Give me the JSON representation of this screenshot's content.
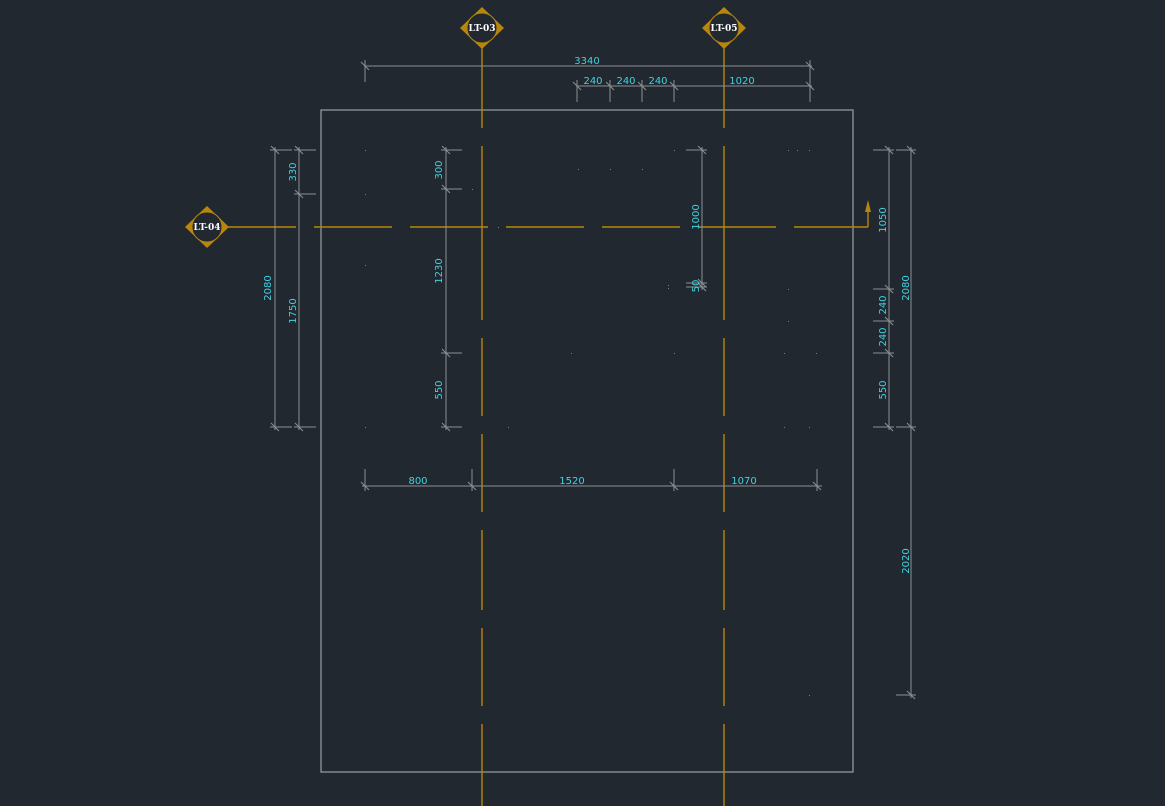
{
  "colors": {
    "background": "#212830",
    "outline": "#9a9fa5",
    "axis": "#b8860b",
    "dimension_line": "#8d9196",
    "dimension_text": "#3fd3e0",
    "tag_text": "#ffffff"
  },
  "section_tags": {
    "top_left": "LT-03",
    "top_right": "LT-05",
    "left": "LT-04"
  },
  "dimensions": {
    "top_overall": "3340",
    "top_seg_1": "240",
    "top_seg_2": "240",
    "top_seg_3": "240",
    "top_seg_4": "1020",
    "left_outer": "2080",
    "left_330": "330",
    "left_1750": "1750",
    "inner_300": "300",
    "inner_1230": "1230",
    "inner_550": "550",
    "right_v_1000": "1000",
    "right_v_50": "50",
    "far_right_1050": "1050",
    "far_right_240a": "240",
    "far_right_240b": "240",
    "far_right_550": "550",
    "far_right_2080": "2080",
    "far_right_2020": "2020",
    "horiz_800": "800",
    "horiz_1520": "1520",
    "horiz_1070": "1070"
  }
}
